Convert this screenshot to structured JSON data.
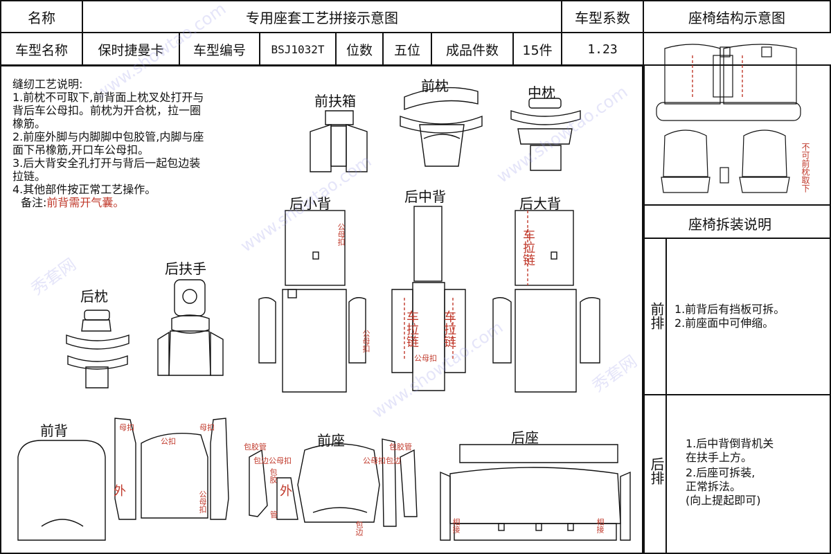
{
  "header": {
    "name_label": "名称",
    "title": "专用座套工艺拼接示意图",
    "coef_label": "车型系数",
    "structure_title": "座椅结构示意图"
  },
  "info": {
    "car_name_label": "车型名称",
    "car_name": "保时捷曼卡",
    "model_no_label": "车型编号",
    "model_no": "BSJ1032T",
    "seats_label": "位数",
    "seats": "五位",
    "pieces_label": "成品件数",
    "pieces": "15件",
    "coef": "1.23"
  },
  "notes": {
    "heading": "缝纫工艺说明:",
    "lines": [
      "1.前枕不可取下,前背面上枕叉处打开与",
      "背后车公母扣。前枕为开合枕，拉一圈",
      "橡筋。",
      "2.前座外脚与内脚脚中包胶管,内脚与座",
      "面下吊橡筋,开口车公母扣。",
      "3.后大背安全孔打开与背后一起包边装",
      "拉链。",
      "4.其他部件按正常工艺操作。"
    ],
    "remark_prefix": "备注:",
    "remark": "前背需开气囊。"
  },
  "pieces": {
    "front_armrest": "前扶箱",
    "front_headrest": "前枕",
    "middle_headrest": "中枕",
    "rear_small_back": "后小背",
    "rear_middle_back": "后中背",
    "rear_big_back": "后大背",
    "rear_armrest": "后扶手",
    "rear_headrest": "后枕",
    "front_back": "前背",
    "front_seat": "前座",
    "rear_seat": "后座"
  },
  "annotations": {
    "male_female_clip": "公母扣",
    "zipper": "车拉链",
    "female_clip": "母扣",
    "male_clip": "公扣",
    "outer": "外",
    "wrap_tube": "包胶管",
    "wrap_tube_short": "包胶",
    "tube_char": "管",
    "edge_clip": "包边公母扣",
    "clip_edge": "公母扣包边",
    "wrap_edge": "包边",
    "connect": "相接",
    "headrest_not_removable": "不可前枕取下"
  },
  "disassembly": {
    "title": "座椅拆装说明",
    "front_label": "前排",
    "front_lines": [
      "1.前背后有挡板可拆。",
      "2.前座面中可伸缩。"
    ],
    "rear_label": "后排",
    "rear_lines": [
      "1.后中背倒背机关",
      "在扶手上方。",
      "2.后座可拆装,",
      "正常拆法。",
      "(向上提起即可)"
    ]
  },
  "watermarks": [
    "www.showtao.com",
    "秀套网"
  ],
  "colors": {
    "annotation": "#c0392b",
    "line": "#111111",
    "watermark": "#9696e6"
  }
}
